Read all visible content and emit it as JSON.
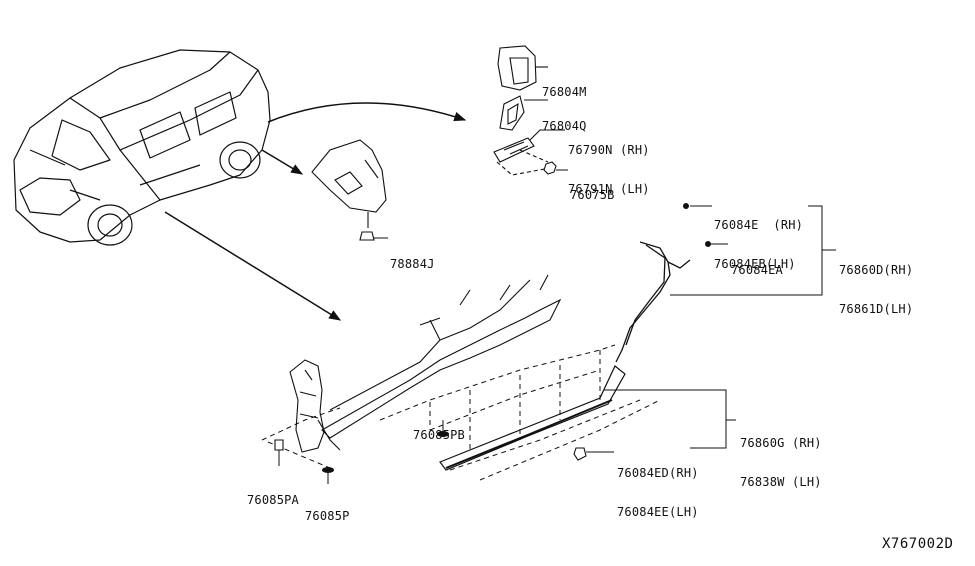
{
  "diagram_ref": "X767002D",
  "callouts": [
    {
      "id": "c76804M",
      "lines": [
        "76804M"
      ]
    },
    {
      "id": "c76804Q",
      "lines": [
        "76804Q"
      ]
    },
    {
      "id": "c76790N",
      "lines": [
        "76790N (RH)",
        "76791N (LH)"
      ]
    },
    {
      "id": "c76075B",
      "lines": [
        "76075B"
      ]
    },
    {
      "id": "c78884J",
      "lines": [
        "78884J"
      ]
    },
    {
      "id": "c76084E",
      "lines": [
        "76084E  (RH)",
        "76084EB(LH)"
      ]
    },
    {
      "id": "c76084EA",
      "lines": [
        "76084EA"
      ]
    },
    {
      "id": "c76860D",
      "lines": [
        "76860D(RH)",
        "76861D(LH)"
      ]
    },
    {
      "id": "c76085PB",
      "lines": [
        "76085PB"
      ]
    },
    {
      "id": "c76085PA",
      "lines": [
        "76085PA"
      ]
    },
    {
      "id": "c76085P",
      "lines": [
        "76085P"
      ]
    },
    {
      "id": "c76860G",
      "lines": [
        "76860G (RH)",
        "76838W (LH)"
      ]
    },
    {
      "id": "c76084ED",
      "lines": [
        "76084ED(RH)",
        "76084EE(LH)"
      ]
    }
  ]
}
